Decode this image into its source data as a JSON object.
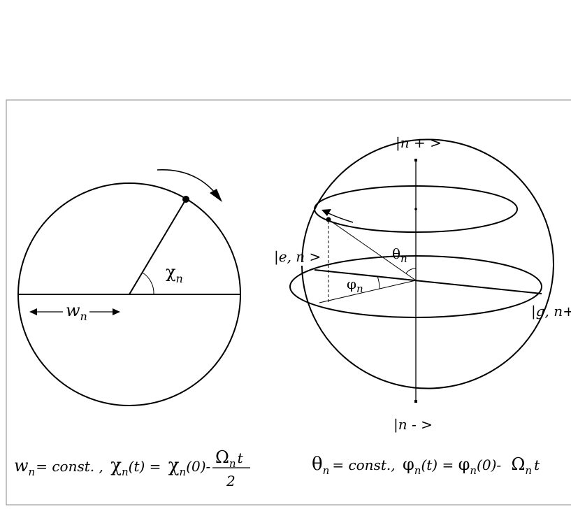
{
  "left": {
    "angle_symbol": "χ",
    "angle_sub": "n",
    "width_symbol": "w",
    "width_sub": "n",
    "formula": {
      "w": "w",
      "w_sub": "n",
      "part1": "= const. ,",
      "chi": "χ",
      "chi_sub": "n",
      "t_part": "(t) =",
      "chi2": "χ",
      "chi2_sub": "n",
      "zero_part": "(0)-",
      "numer_omega": "Ω",
      "numer_sub": "n",
      "numer_t": "t",
      "denom": "2"
    }
  },
  "right": {
    "top_ket": "|n + >",
    "bottom_ket": "|n -  >",
    "left_ket": "|e, n >",
    "right_ket": "|g, n+",
    "theta_symbol": "θ",
    "theta_sub": "n",
    "phi_symbol": "φ",
    "phi_sub": "n",
    "formula": {
      "theta": "θ",
      "theta_sub": "n",
      "part1": "= const.,",
      "phi": "φ",
      "phi_sub": "n",
      "t_part": "(t) = ",
      "phi2": "φ",
      "phi2_sub": "n",
      "zero_part": "(0)-",
      "omega": "Ω",
      "omega_sub": "n",
      "t": "t"
    }
  }
}
